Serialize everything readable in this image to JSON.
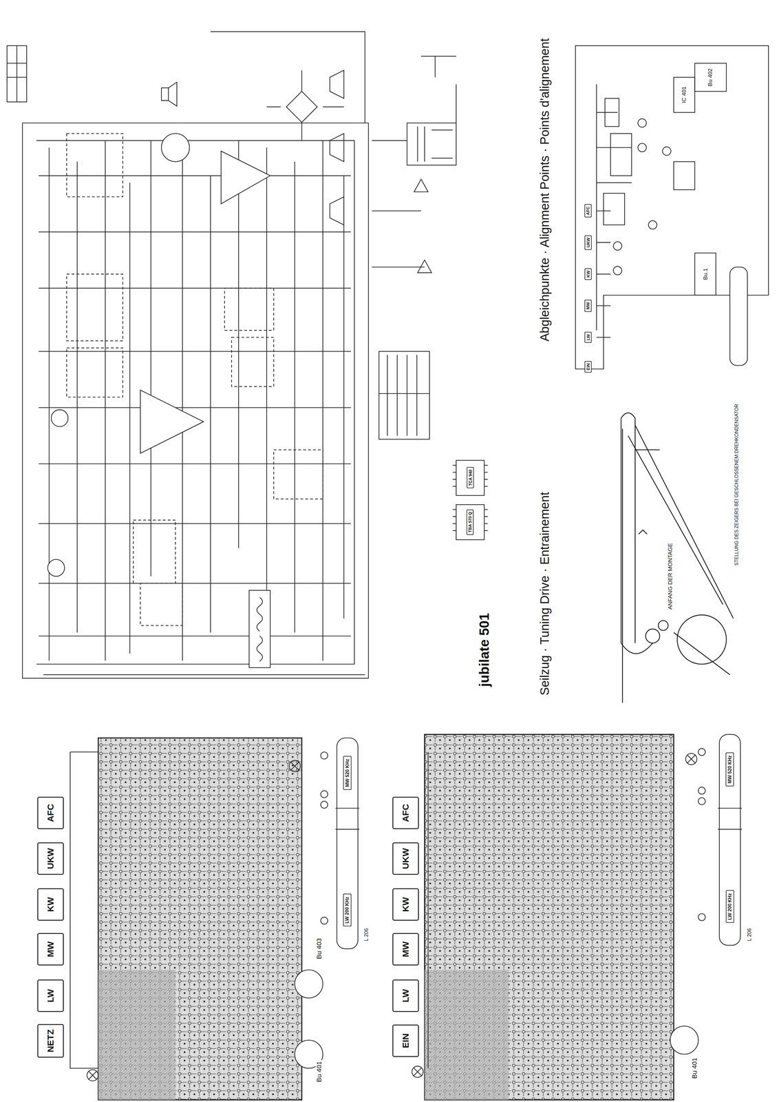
{
  "diagram": {
    "title": "jubilate 501",
    "nodes": [
      {
        "text": [
          "NETZ"
        ]
      },
      {
        "text": [
          "LW"
        ]
      },
      {
        "text": [
          "MW"
        ]
      },
      {
        "text": [
          "KW"
        ]
      },
      {
        "text": [
          "UKW"
        ]
      },
      {
        "text": [
          "AFC"
        ]
      },
      {
        "text": [
          "MW 520 KHz"
        ]
      },
      {
        "text": [
          "LW 200 KHz"
        ]
      },
      {
        "text": [
          "EIN"
        ]
      },
      {
        "text": [
          "LW"
        ]
      },
      {
        "text": [
          "MW"
        ]
      },
      {
        "text": [
          "KW"
        ]
      },
      {
        "text": [
          "UKW"
        ]
      },
      {
        "text": [
          "AFC"
        ]
      },
      {
        "text": [
          "MW 520 KHz"
        ]
      },
      {
        "text": [
          "LW 200 KHz"
        ]
      },
      {
        "text": [
          "AFC"
        ]
      },
      {
        "text": [
          "UKW"
        ]
      },
      {
        "text": [
          "KW"
        ]
      },
      {
        "text": [
          "MW"
        ]
      },
      {
        "text": [
          "LW"
        ]
      },
      {
        "text": [
          "EIN"
        ]
      },
      {
        "text": [
          "TCA 940"
        ]
      },
      {
        "text": [
          "TBA 570 Q"
        ]
      }
    ],
    "labels": [
      "Seilzug · Tuning Drive · Entrainement",
      "Abgleichpunkte · Alignment Points · Points d'alignement",
      "Bu 403",
      "Bu 401",
      "Bu 401",
      "Bu 402",
      "Bu.1",
      "IC 401",
      "ANFANG DER MONTAGE",
      "STELLUNG DES ZEIGERS BEI GESCHLOSSENEM DREHKONDENSATOR",
      "L 206",
      "L 206"
    ]
  }
}
